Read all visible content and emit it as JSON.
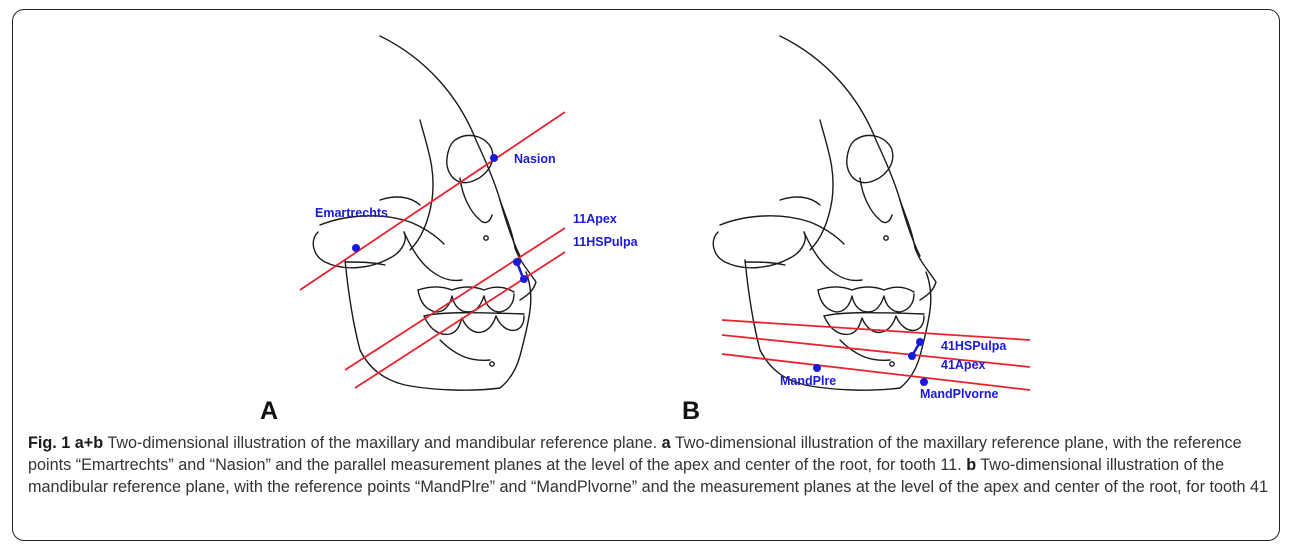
{
  "panels": [
    {
      "letter": "A",
      "points": {
        "nasion": "Nasion",
        "emartrechts": "Emartrechts",
        "apex": "11Apex",
        "pulpa": "11HSPulpa"
      }
    },
    {
      "letter": "B",
      "points": {
        "pulpa": "41HSPulpa",
        "apex": "41Apex",
        "mandplre": "MandPlre",
        "mandplvorne": "MandPlvorne"
      }
    }
  ],
  "colors": {
    "plane_line": "#e8232f",
    "point": "#1a1adb",
    "point_label": "#1a1adb",
    "drawing": "#1a1a1a"
  },
  "caption": {
    "fig_label": "Fig. 1 a+b",
    "text_intro": " Two-dimensional illustration of the maxillary and mandibular reference plane. ",
    "label_a": "a",
    "text_a": " Two-dimensional illustration of the maxillary reference plane, with the reference points “Emartrechts” and “Nasion” and the parallel measurement planes at the level of the apex and center of the root, for tooth 11. ",
    "label_b": "b",
    "text_b": " Two-dimensional illustration of the mandibular reference plane, with the reference points “MandPlre” and “MandPlvorne” and the measurement planes at the level of the apex and center of the root, for tooth 41"
  }
}
